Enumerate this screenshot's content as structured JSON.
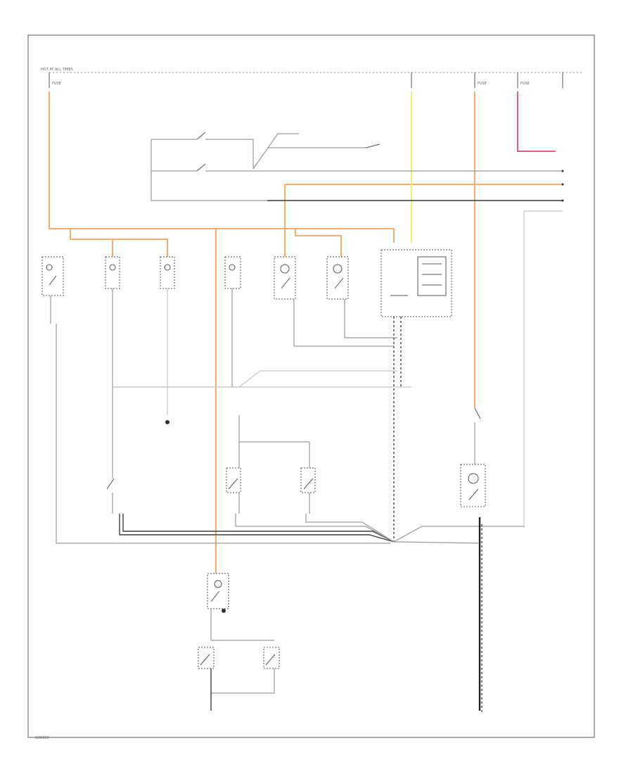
{
  "colors": {
    "orange": "#f4ad6a",
    "yellow": "#ecec7c",
    "pink": "#ec5a8c",
    "wire_gray": "#9a9a9a",
    "wire_dark": "#3f3f3f",
    "background": "#ffffff"
  },
  "icons": [
    "lamp-icon",
    "switch-icon",
    "ground-icon",
    "splice-dot-icon"
  ],
  "labels": {
    "top_bus_left": "HOT AT ALL TIMES",
    "fuse_left": "FUSE",
    "fuse_mid_right": "FUSE",
    "fuse_right": "FUSE",
    "footer_code": "G00000"
  }
}
